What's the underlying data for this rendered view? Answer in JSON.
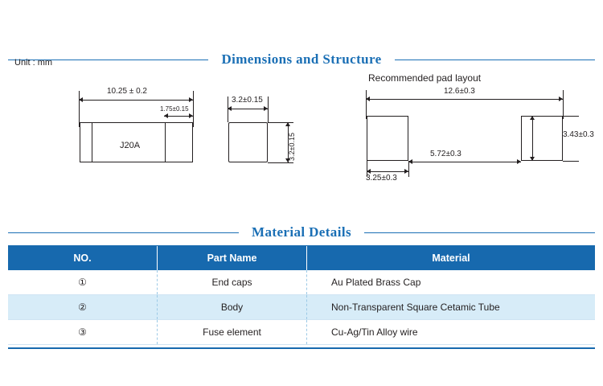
{
  "sections": {
    "dimensions_title": "Dimensions and Structure",
    "material_title": "Material  Details"
  },
  "unit_note": "Unit : mm",
  "drawings": {
    "side_view": {
      "length_label": "10.25 ± 0.2",
      "cap_label": "1.75±0.15",
      "body_text": "J20A"
    },
    "end_view": {
      "width_label": "3.2±0.15",
      "height_label": "3.2±0.15"
    },
    "pad_layout": {
      "title": "Recommended pad layout",
      "overall_label": "12.6±0.3",
      "pad_height_label": "3.43±0.3",
      "gap_label": "5.72±0.3",
      "pad_width_label": "3.25±0.3"
    }
  },
  "material_table": {
    "headers": [
      "NO.",
      "Part Name",
      "Material"
    ],
    "rows": [
      {
        "no": "①",
        "part": "End caps",
        "material": "Au Plated Brass Cap"
      },
      {
        "no": "②",
        "part": "Body",
        "material": "Non-Transparent Square Cetamic Tube"
      },
      {
        "no": "③",
        "part": "Fuse element",
        "material": "Cu-Ag/Tin Alloy wire"
      }
    ]
  },
  "colors": {
    "accent": "#1769ae",
    "row_alt": "#d7ecf8",
    "line": "#231f20"
  }
}
